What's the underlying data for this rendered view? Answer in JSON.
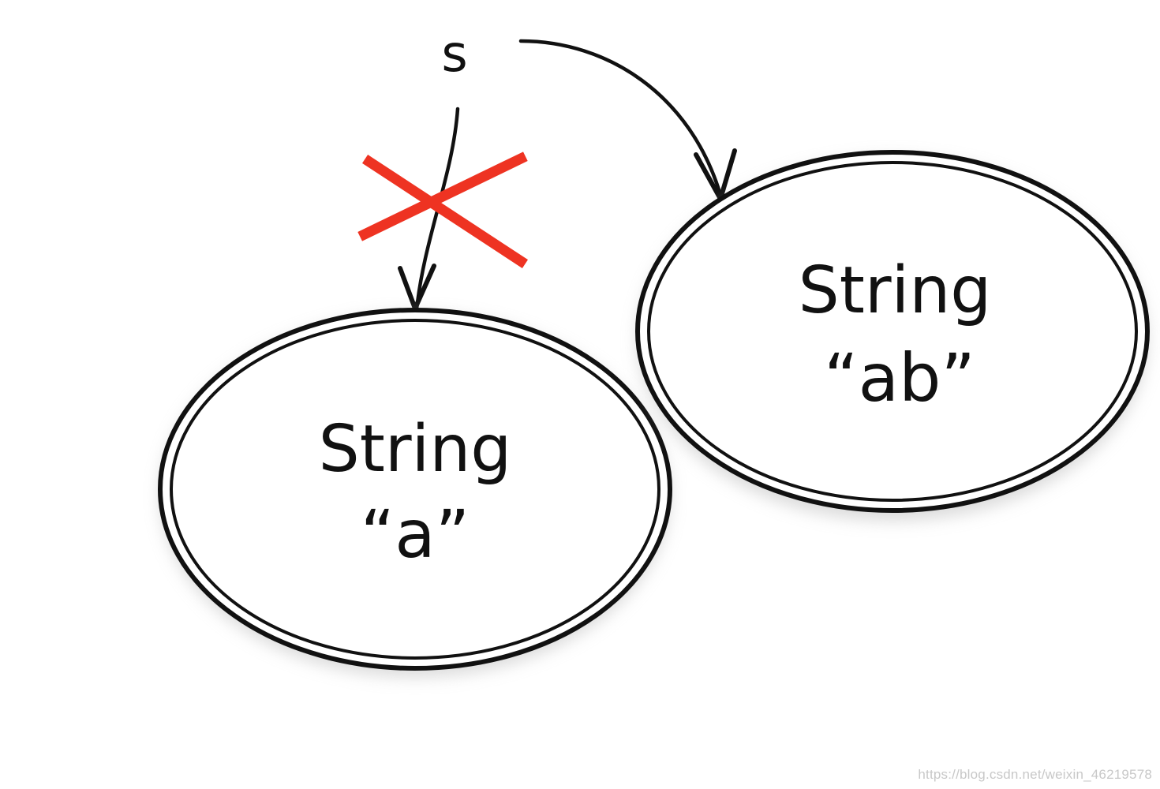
{
  "diagram": {
    "variable": {
      "name": "s"
    },
    "old_node": {
      "type_label": "String",
      "value_label": "“a”"
    },
    "new_node": {
      "type_label": "String",
      "value_label": "“ab”"
    },
    "colors": {
      "stroke": "#111111",
      "cross": "#ee3322",
      "shadow": "#bdbdbd",
      "background": "#ffffff"
    },
    "icons": {
      "removed_reference": "cross-icon"
    }
  },
  "watermark": {
    "text": "https://blog.csdn.net/weixin_46219578"
  }
}
